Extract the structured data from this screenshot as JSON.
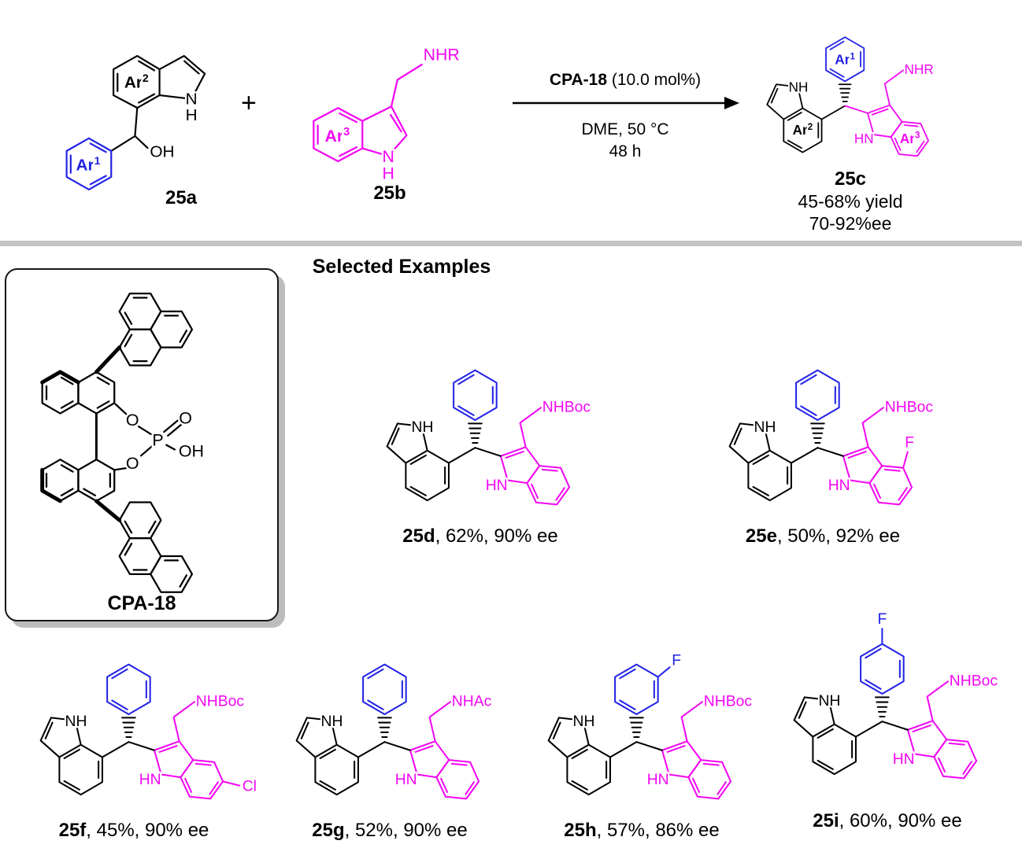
{
  "colors": {
    "black": "#000000",
    "blue": "#2222e6",
    "magenta": "#f306f3",
    "divider": "#c3c3c3",
    "box_shadow": "#bcbcbc",
    "background": "#ffffff"
  },
  "atoms": {
    "nh": "NH",
    "hn": "HN",
    "n": "N",
    "h": "H",
    "oh": "OH",
    "o": "O",
    "p": "P"
  },
  "ar_labels": {
    "ar": "Ar",
    "sup1": "1",
    "sup2": "2",
    "sup3": "3"
  },
  "scheme": {
    "reactant1": {
      "id": "25a"
    },
    "plus": "+",
    "reactant2": {
      "id": "25b",
      "amine": "NHR"
    },
    "arrow": {
      "catalyst": "CPA-18",
      "loading": " (10.0 mol%)",
      "solvent_temp": "DME, 50 °C",
      "time": "48 h"
    },
    "product": {
      "id": "25c",
      "amine": "NHR",
      "yield_range": "45-68% yield",
      "ee_range": "70-92%ee"
    }
  },
  "section_title": "Selected Examples",
  "catalyst": {
    "id": "CPA-18"
  },
  "examples": [
    {
      "id": "25d",
      "yield": "62%",
      "ee": "90% ee",
      "stats": ", 62%, 90% ee",
      "amine": "NHBoc",
      "substituent": "",
      "substituent_site": ""
    },
    {
      "id": "25e",
      "yield": "50%",
      "ee": "92% ee",
      "stats": ", 50%, 92% ee",
      "amine": "NHBoc",
      "substituent": "F",
      "substituent_site": "indole C4"
    },
    {
      "id": "25f",
      "yield": "45%",
      "ee": "90% ee",
      "stats": ", 45%, 90% ee",
      "amine": "NHBoc",
      "substituent": "Cl",
      "substituent_site": "indole C5"
    },
    {
      "id": "25g",
      "yield": "52%",
      "ee": "90% ee",
      "stats": ", 52%, 90% ee",
      "amine": "NHAc",
      "substituent": "",
      "substituent_site": ""
    },
    {
      "id": "25h",
      "yield": "57%",
      "ee": "86% ee",
      "stats": ", 57%, 86% ee",
      "amine": "NHBoc",
      "substituent": "F",
      "substituent_site": "phenyl meta"
    },
    {
      "id": "25i",
      "yield": "60%",
      "ee": "90% ee",
      "stats": ", 60%, 90% ee",
      "amine": "NHBoc",
      "substituent": "F",
      "substituent_site": "phenyl para"
    }
  ]
}
